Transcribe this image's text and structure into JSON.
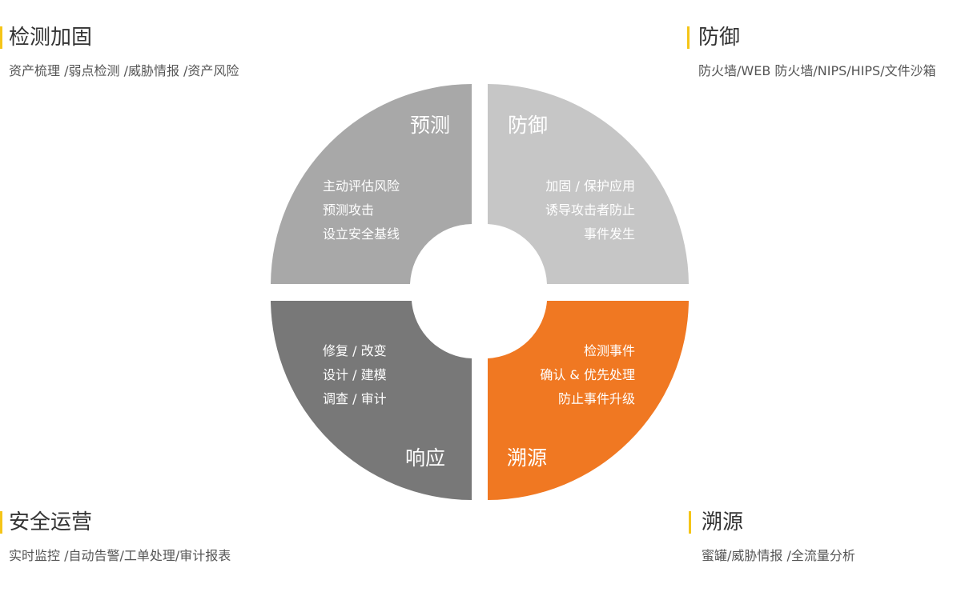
{
  "corners": {
    "top_left": {
      "title": "检测加固",
      "desc": "资产梳理 /弱点检测 /威胁情报 /资产风险"
    },
    "top_right": {
      "title": "防御",
      "desc": "防火墙/WEB 防火墙/NIPS/HIPS/文件沙箱"
    },
    "bottom_left": {
      "title": "安全运营",
      "desc": "实时监控 /自动告警/工单处理/审计报表"
    },
    "bottom_right": {
      "title": "溯源",
      "desc": "蜜罐/威胁情报 /全流量分析"
    }
  },
  "quadrants": {
    "predict": {
      "title": "预测",
      "lines": [
        "主动评估风险",
        "预测攻击",
        "设立安全基线"
      ],
      "color": "#a8a8a8"
    },
    "defend": {
      "title": "防御",
      "lines": [
        "加固 / 保护应用",
        "诱导攻击者防止",
        "事件发生"
      ],
      "color": "#c6c6c6"
    },
    "respond": {
      "title": "响应",
      "lines": [
        "修复 / 改变",
        "设计 / 建模",
        "调查 / 审计"
      ],
      "color": "#787878"
    },
    "trace": {
      "title": "溯源",
      "lines": [
        "检测事件",
        "确认 & 优先处理",
        "防止事件升级"
      ],
      "color": "#f07822"
    }
  }
}
